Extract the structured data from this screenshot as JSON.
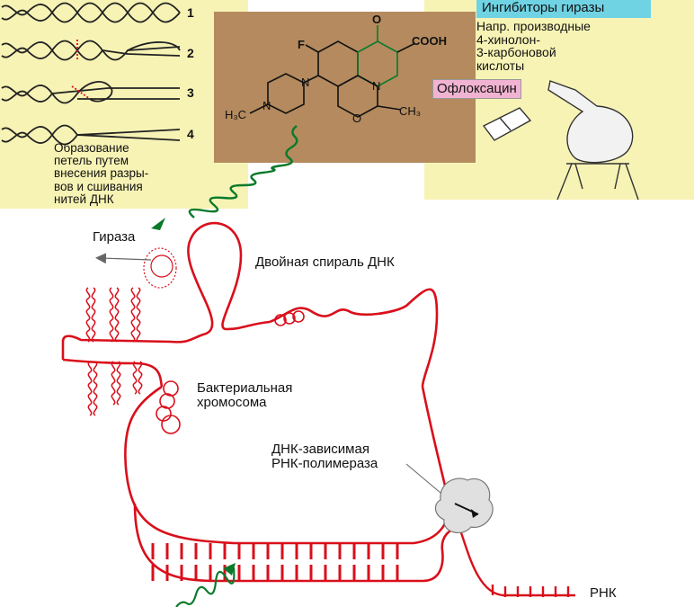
{
  "colors": {
    "left_panel_bg": "#f7f3b5",
    "right_panel_bg": "#f7f3b5",
    "molecule_box_bg": "#b48a5e",
    "inhibitor_header_bg": "#6fd3e4",
    "ofloxacin_bg": "#f1b3d2",
    "dna_red": "#d90f1b",
    "arrow_green": "#0a7a2a"
  },
  "loop_panel": {
    "numbers": [
      "1",
      "2",
      "3",
      "4"
    ],
    "caption": "Образование\nпетель путем\nвнесения разры-\nвов и сшивания\nнитей ДНК"
  },
  "molecule": {
    "atoms": {
      "f": "F",
      "n_pip_top": "N",
      "n_pip_bottom": "N",
      "methyl_left": "H₃C",
      "n_ring": "N",
      "o_ring": "O",
      "methyl_right": "CH₃",
      "carbonyl_o": "O",
      "acid": "COOH"
    }
  },
  "inhibitors": {
    "header": "Ингибиторы гиразы",
    "description": "Напр. производные\n4-хинолон-\n3-карбоновой\nкислоты",
    "drug": "Офлоксацин"
  },
  "diagram": {
    "gyrase": "Гираза",
    "double_helix": "Двойная спираль ДНК",
    "chromosome": "Бактериальная\nхромосома",
    "polymerase": "ДНК-зависимая\nРНК-полимераза",
    "rna": "РНК"
  }
}
